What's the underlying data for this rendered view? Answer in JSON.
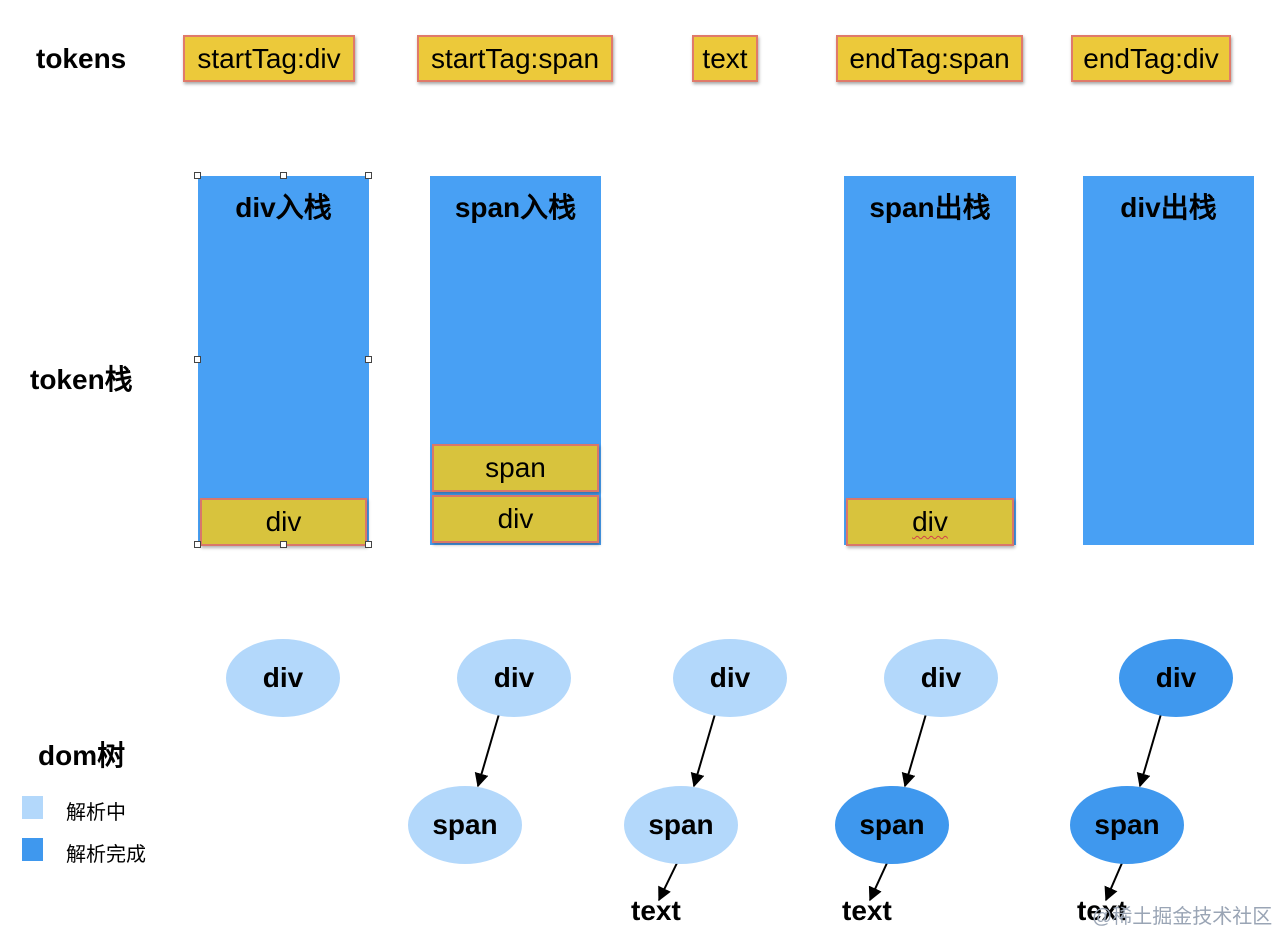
{
  "labels": {
    "tokens": "tokens",
    "token_stack": "token栈",
    "dom_tree": "dom树"
  },
  "tokens": [
    "startTag:div",
    "startTag:span",
    "text",
    "endTag:span",
    "endTag:div"
  ],
  "stacks": [
    {
      "title": "div入栈",
      "items": [
        "div"
      ]
    },
    {
      "title": "span入栈",
      "items": [
        "span",
        "div"
      ]
    },
    {
      "title": "span出栈",
      "items": [
        "div"
      ]
    },
    {
      "title": "div出栈",
      "items": []
    }
  ],
  "dom": {
    "col1": {
      "div": "div"
    },
    "col2": {
      "div": "div",
      "span": "span"
    },
    "col3": {
      "div": "div",
      "span": "span",
      "text": "text"
    },
    "col4": {
      "div": "div",
      "span": "span",
      "text": "text"
    },
    "col5": {
      "div": "div",
      "span": "span",
      "text": "text"
    }
  },
  "legend": [
    {
      "label": "解析中",
      "color": "#b3d8fb"
    },
    {
      "label": "解析完成",
      "color": "#3f98ee"
    }
  ],
  "watermark": "@稀土掘金技术社区"
}
